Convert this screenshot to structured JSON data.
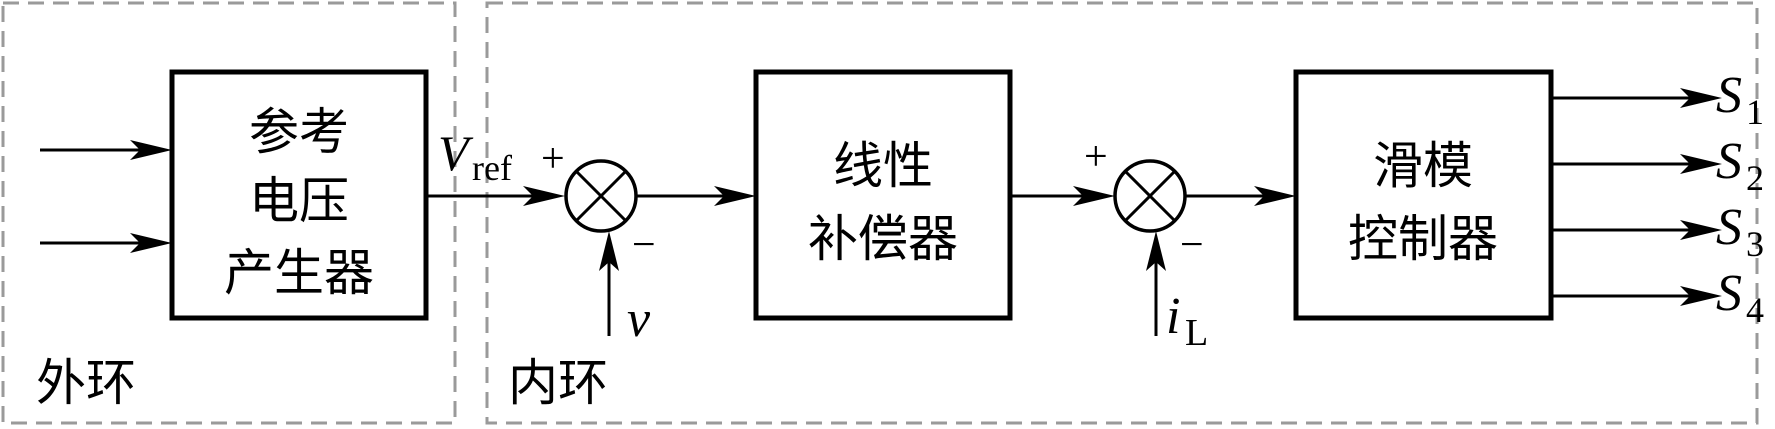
{
  "regions": {
    "outer_loop_label": "外环",
    "inner_loop_label": "内环"
  },
  "blocks": {
    "reference_generator": [
      "参考",
      "电压",
      "产生器"
    ],
    "linear_compensator": [
      "线性",
      "补偿器"
    ],
    "sliding_mode_controller": [
      "滑模",
      "控制器"
    ]
  },
  "signals": {
    "vref_main": "V",
    "vref_sub": "ref",
    "voltage_feedback": "v",
    "current_feedback_main": "i",
    "current_feedback_sub": "L",
    "outputs": [
      {
        "main": "S",
        "sub": "1"
      },
      {
        "main": "S",
        "sub": "2"
      },
      {
        "main": "S",
        "sub": "3"
      },
      {
        "main": "S",
        "sub": "4"
      }
    ]
  },
  "summing_junctions": {
    "first": {
      "plus": "+",
      "minus": "−"
    },
    "second": {
      "plus": "+",
      "minus": "−"
    }
  }
}
